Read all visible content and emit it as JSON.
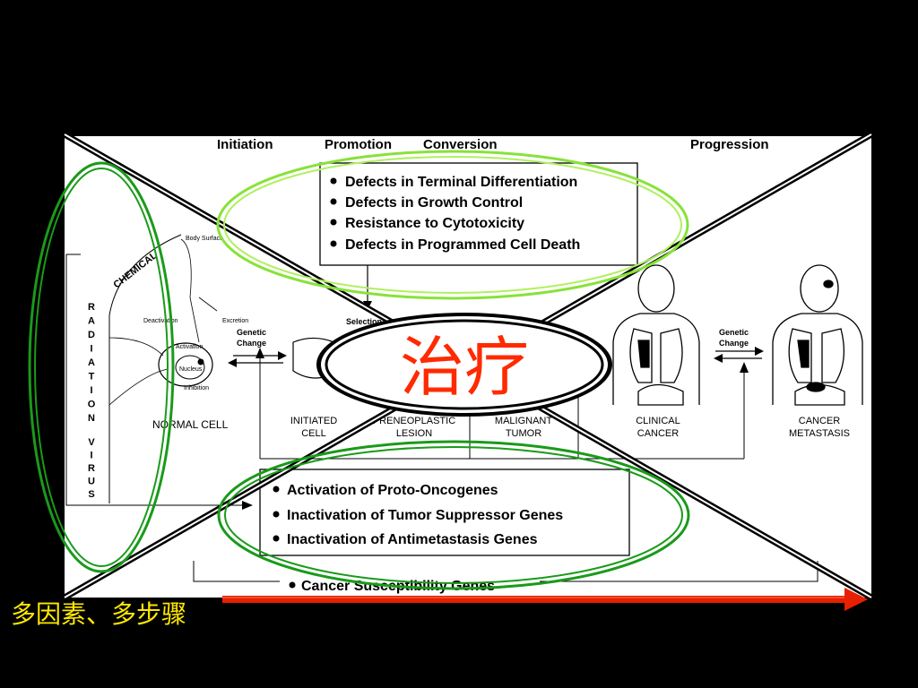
{
  "stages": {
    "initiation": "Initiation",
    "promotion": "Promotion",
    "conversion": "Conversion",
    "progression": "Progression"
  },
  "top_box": {
    "items": [
      "Defects in Terminal Differentiation",
      "Defects in Growth Control",
      "Resistance to Cytotoxicity",
      "Defects in Programmed Cell Death"
    ]
  },
  "bottom_box": {
    "items": [
      "Activation of Proto-Oncogenes",
      "Inactivation of Tumor Suppressor Genes",
      "Inactivation of Antimetastasis Genes"
    ]
  },
  "susceptibility": "Cancer Susceptibility Genes",
  "left_side": {
    "chemical": "CHEMICAL",
    "radiation_letters": [
      "R",
      "A",
      "D",
      "I",
      "A",
      "T",
      "I",
      "O",
      "N"
    ],
    "virus_letters": [
      "V",
      "I",
      "R",
      "U",
      "S"
    ],
    "body_surface": "Body Surface",
    "deactivation": "Deactivation",
    "excretion": "Excretion",
    "activation": "Activation",
    "nucleus": "Nucleus",
    "inhibition": "Inhibition"
  },
  "labels": {
    "normal_cell": "NORMAL CELL",
    "initiated_cell": [
      "INITIATED",
      "CELL"
    ],
    "preneoplastic": [
      "PRENEOPLASTIC",
      "LESION"
    ],
    "malignant": [
      "MALIGNANT",
      "TUMOR"
    ],
    "clinical": [
      "CLINICAL",
      "CANCER"
    ],
    "metastasis": [
      "CANCER",
      "METASTASIS"
    ],
    "genetic_change": [
      "Genetic",
      "Change"
    ],
    "selection": "Selection"
  },
  "overlay": {
    "center_text": "治疗",
    "caption": "多因素、多步骤"
  },
  "colors": {
    "background": "#000000",
    "panel": "#ffffff",
    "caption": "#ffe800",
    "center_text": "#ff2a00",
    "ellipse_green": "#1a9a1a",
    "ellipse_lime": "#88e23a",
    "arrow_red": "#e62000"
  }
}
